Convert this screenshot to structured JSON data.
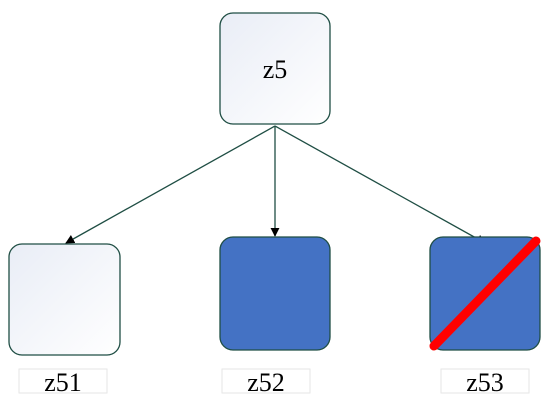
{
  "colors": {
    "node_stroke": "#1f4e44",
    "node_fill_light_top": "#e9edf6",
    "node_fill_light_bottom": "#ffffff",
    "node_fill_blue": "#4472c4",
    "edge": "#1f4e44",
    "arrowhead": "#000000",
    "strike": "#ff0000",
    "caption_border": "#e6e6e6"
  },
  "nodes": {
    "root": {
      "label": "z5"
    },
    "child_left": {
      "label": "z51",
      "state": "empty"
    },
    "child_middle": {
      "label": "z52",
      "state": "filled"
    },
    "child_right": {
      "label": "z53",
      "state": "crossed-out"
    }
  },
  "edges": [
    {
      "from": "z5",
      "to": "z51"
    },
    {
      "from": "z5",
      "to": "z52"
    },
    {
      "from": "z5",
      "to": "z53"
    }
  ]
}
